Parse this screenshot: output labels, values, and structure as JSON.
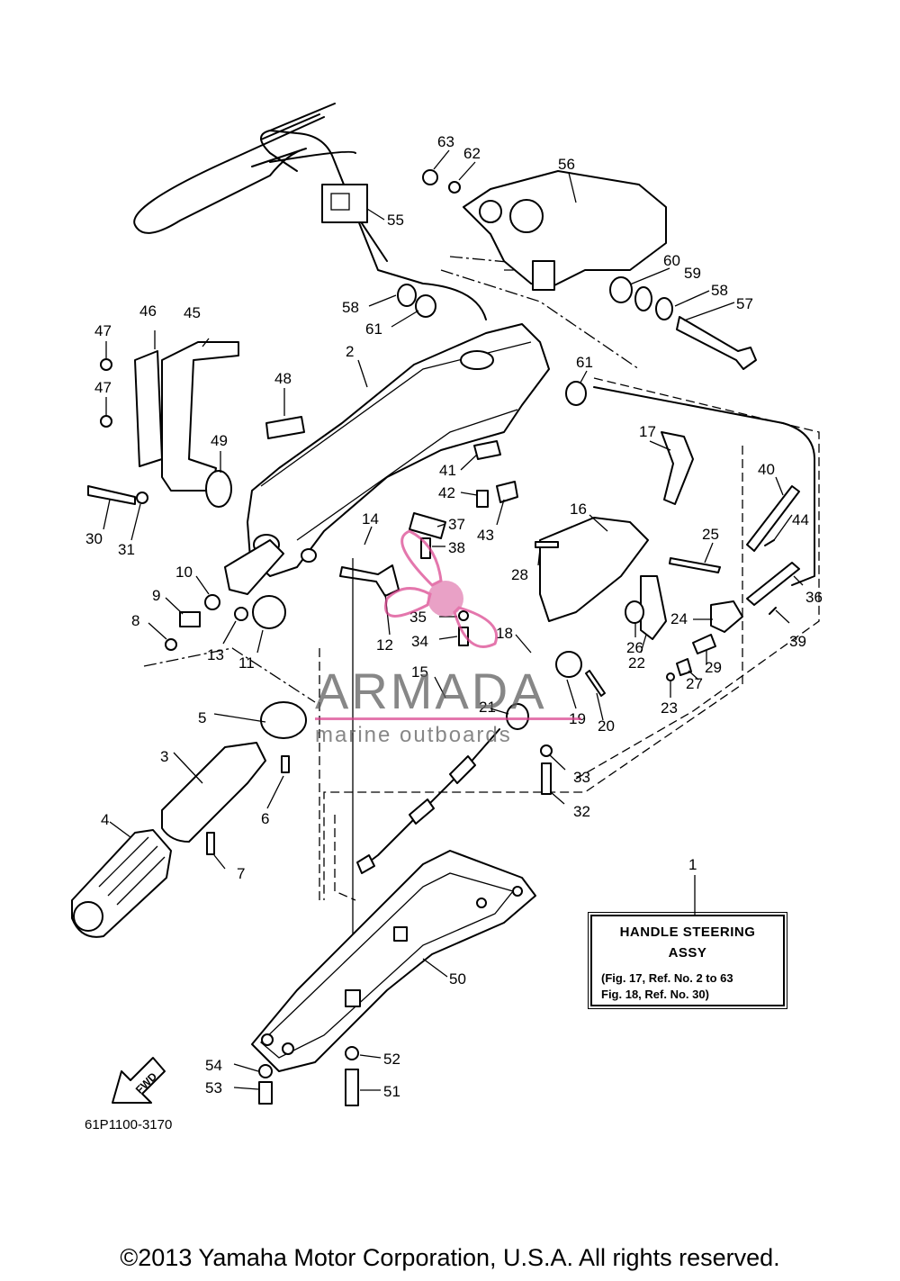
{
  "figure_code": "61P1100-3170",
  "copyright": "©2013 Yamaha Motor Corporation, U.S.A. All rights reserved.",
  "note": {
    "title_line1": "HANDLE STEERING",
    "title_line2": "ASSY",
    "ref_line1": "(Fig. 17, Ref. No. 2 to 63",
    "ref_line2": "Fig. 18, Ref. No. 30)"
  },
  "watermark": {
    "name": "ARMADA",
    "subtitle": "marine outboards"
  },
  "fwd_arrow_label": "FWD",
  "callouts": {
    "c1": "1",
    "c2": "2",
    "c3": "3",
    "c4": "4",
    "c5": "5",
    "c6": "6",
    "c7": "7",
    "c8": "8",
    "c9": "9",
    "c10": "10",
    "c11": "11",
    "c12": "12",
    "c13": "13",
    "c14": "14",
    "c15": "15",
    "c16": "16",
    "c17": "17",
    "c18": "18",
    "c19": "19",
    "c20": "20",
    "c21": "21",
    "c22": "22",
    "c23": "23",
    "c24": "24",
    "c25": "25",
    "c26": "26",
    "c27": "27",
    "c28": "28",
    "c29": "29",
    "c30": "30",
    "c31": "31",
    "c32": "32",
    "c33": "33",
    "c34": "34",
    "c35": "35",
    "c36": "36",
    "c37": "37",
    "c38": "38",
    "c39": "39",
    "c40": "40",
    "c41": "41",
    "c42": "42",
    "c43": "43",
    "c44": "44",
    "c45": "45",
    "c46": "46",
    "c47a": "47",
    "c47b": "47",
    "c48": "48",
    "c49": "49",
    "c50": "50",
    "c51": "51",
    "c52": "52",
    "c53": "53",
    "c54": "54",
    "c55": "55",
    "c56": "56",
    "c57": "57",
    "c58a": "58",
    "c58b": "58",
    "c59": "59",
    "c60": "60",
    "c61a": "61",
    "c61b": "61",
    "c62": "62",
    "c63": "63"
  }
}
